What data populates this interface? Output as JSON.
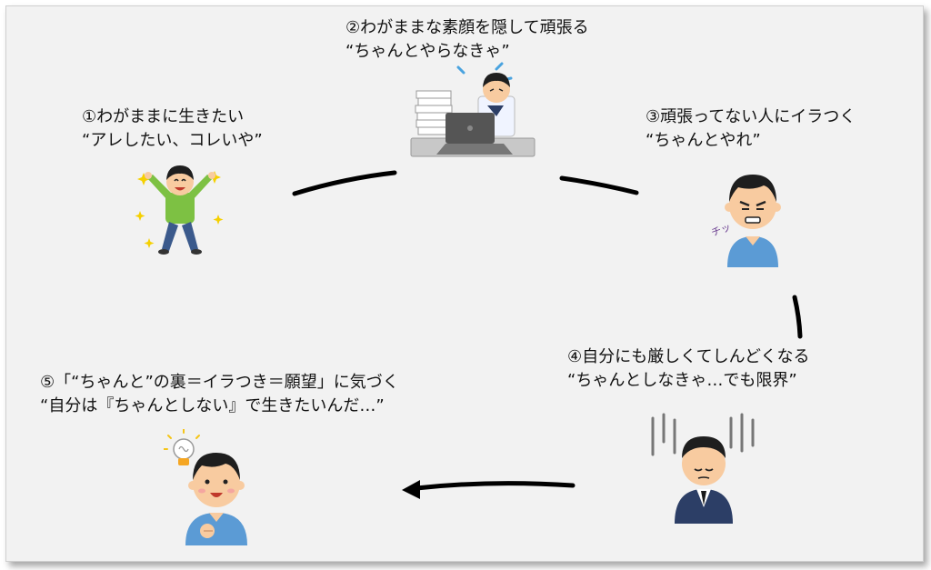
{
  "steps": [
    {
      "line1": "①わがままに生きたい",
      "line2": "“アレしたい、コレいや”"
    },
    {
      "line1": "②わがままな素顔を隠して頑張る",
      "line2": "“ちゃんとやらなきゃ”"
    },
    {
      "line1": "③頑張ってない人にイラつく",
      "line2": "“ちゃんとやれ”"
    },
    {
      "line1": "④自分にも厳しくてしんどくなる",
      "line2": "“ちゃんとしなきゃ…でも限界”"
    },
    {
      "line1": "⑤「“ちゃんと”の裏＝イラつき＝願望」に気づく",
      "line2": "“自分は『ちゃんとしない』で生きたいんだ…”"
    }
  ],
  "illustrations": {
    "tsk_text": "チッ"
  },
  "colors": {
    "background": "#f2f2f2",
    "arrow": "#000000",
    "shirt_green": "#7dc143",
    "shirt_blue": "#5b9bd5",
    "suit_navy": "#2c3e66",
    "skin": "#f8cba0",
    "hair": "#1e1e1e"
  }
}
